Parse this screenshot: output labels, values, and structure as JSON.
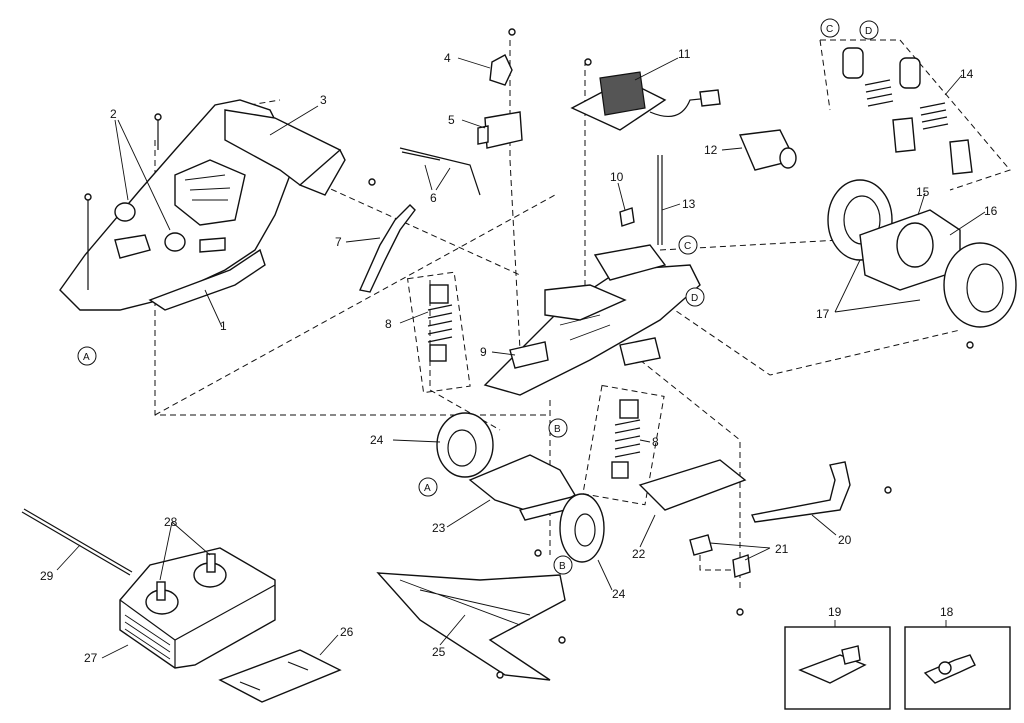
{
  "part_numbers": [
    "1",
    "2",
    "3",
    "4",
    "5",
    "6",
    "7",
    "8",
    "8",
    "9",
    "10",
    "11",
    "12",
    "13",
    "14",
    "15",
    "16",
    "17",
    "18",
    "19",
    "20",
    "21",
    "22",
    "23",
    "24",
    "24",
    "25",
    "26",
    "27",
    "28",
    "29"
  ],
  "reference_markers": [
    "A",
    "A",
    "B",
    "B",
    "C",
    "C",
    "D",
    "D"
  ],
  "colors": {
    "line": "#111111",
    "background": "#ffffff",
    "shading": "#555555"
  }
}
